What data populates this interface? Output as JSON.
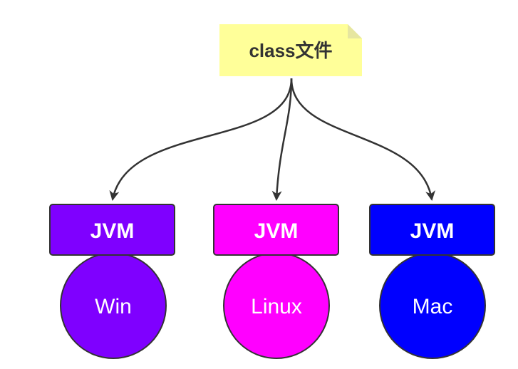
{
  "diagram": {
    "source_note": {
      "label": "class文件",
      "fill": "#ffff99"
    },
    "targets": [
      {
        "vm_label": "JVM",
        "os_label": "Win",
        "color": "#7f00ff"
      },
      {
        "vm_label": "JVM",
        "os_label": "Linux",
        "color": "#ff00ff"
      },
      {
        "vm_label": "JVM",
        "os_label": "Mac",
        "color": "#0000ff"
      }
    ],
    "stroke_color": "#333333",
    "text_color": "#ffffff",
    "note_text_color": "#333333"
  }
}
